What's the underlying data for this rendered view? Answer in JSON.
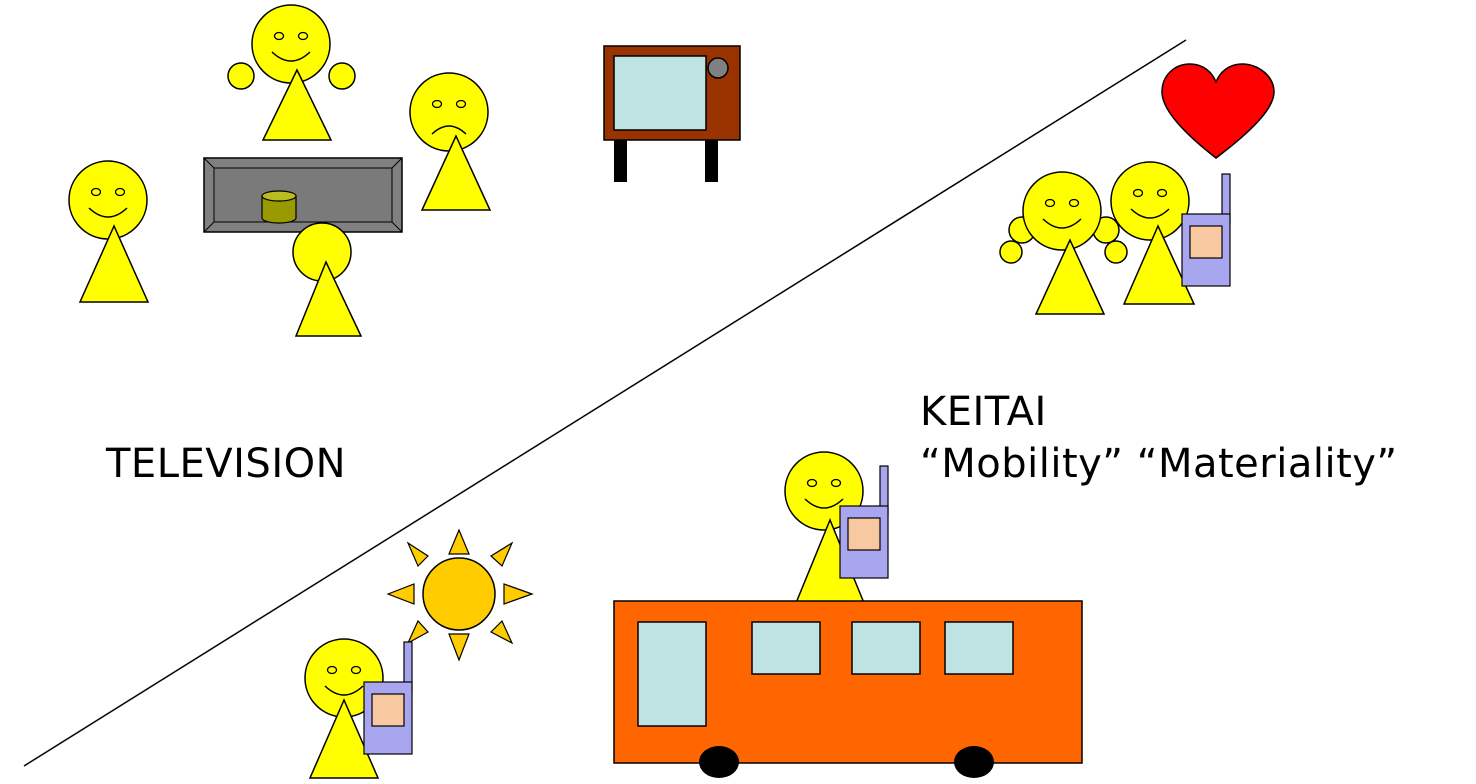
{
  "labels": {
    "television": "TELEVISION",
    "keitai_title": "KEITAI",
    "keitai_subtitle": "“Mobility” “Materiality”"
  },
  "colors": {
    "face": "#ffff00",
    "tv_cabinet": "#993300",
    "screen": "#bfe3e3",
    "phone_body": "#a9a6f0",
    "phone_screen": "#f8c9a0",
    "heart": "#ff0000",
    "sun": "#ffcc00",
    "bus": "#ff6600",
    "table": "#808080"
  }
}
